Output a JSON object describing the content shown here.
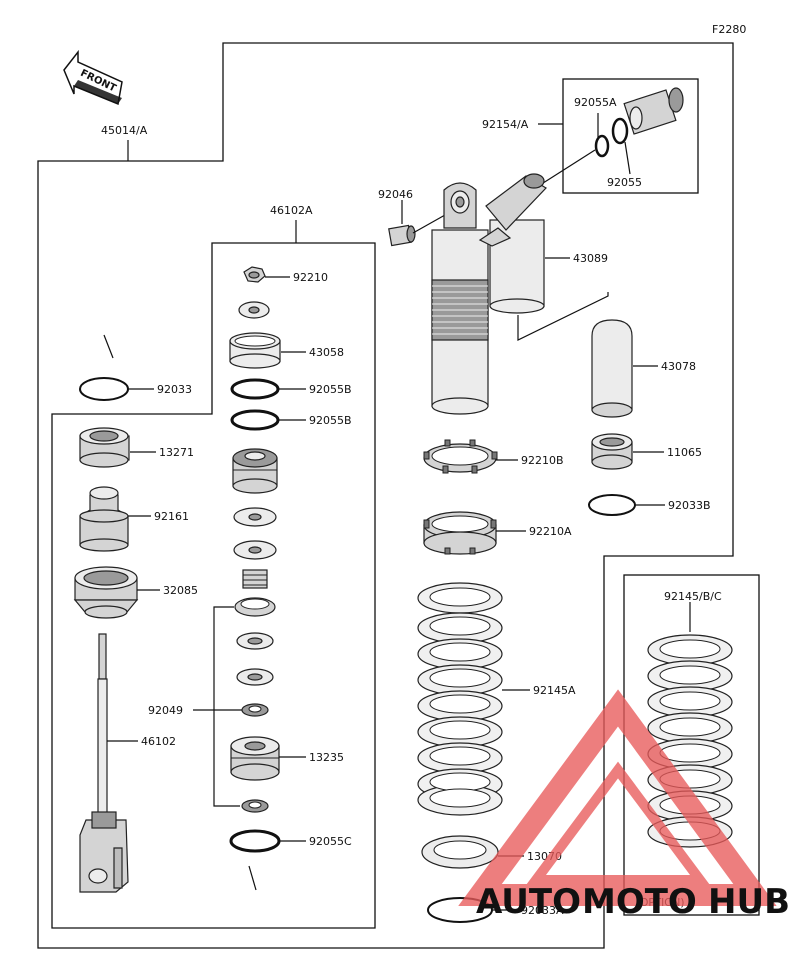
{
  "figure_code": "F2280",
  "front_label": "FRONT",
  "option_label": "(OPTION)",
  "watermark": {
    "word_part1": "AUTO",
    "word_part2": "MOTO",
    "word_part3": "HUB",
    "color_red": "#e85a5a",
    "color_yellow": "#f2c240",
    "color_gray": "#7a7a7a"
  },
  "labels": {
    "assembly": "45014/A",
    "sub_assembly": "46102A",
    "l92210": "92210",
    "l43058": "43058",
    "l92055B_1": "92055B",
    "l92055B_2": "92055B",
    "l92033": "92033",
    "l13271": "13271",
    "l92161": "92161",
    "l32085": "32085",
    "l92049": "92049",
    "l46102": "46102",
    "l13235": "13235",
    "l92055C": "92055C",
    "l92055A": "92055A",
    "l92154A": "92154/A",
    "l92055": "92055",
    "l92046": "92046",
    "l43089": "43089",
    "l43078": "43078",
    "l92210B": "92210B",
    "l11065": "11065",
    "l92033B": "92033B",
    "l92210A": "92210A",
    "l92145A": "92145A",
    "l92145BC": "92145/B/C",
    "l13070": "13070",
    "l92033A": "92033A"
  }
}
